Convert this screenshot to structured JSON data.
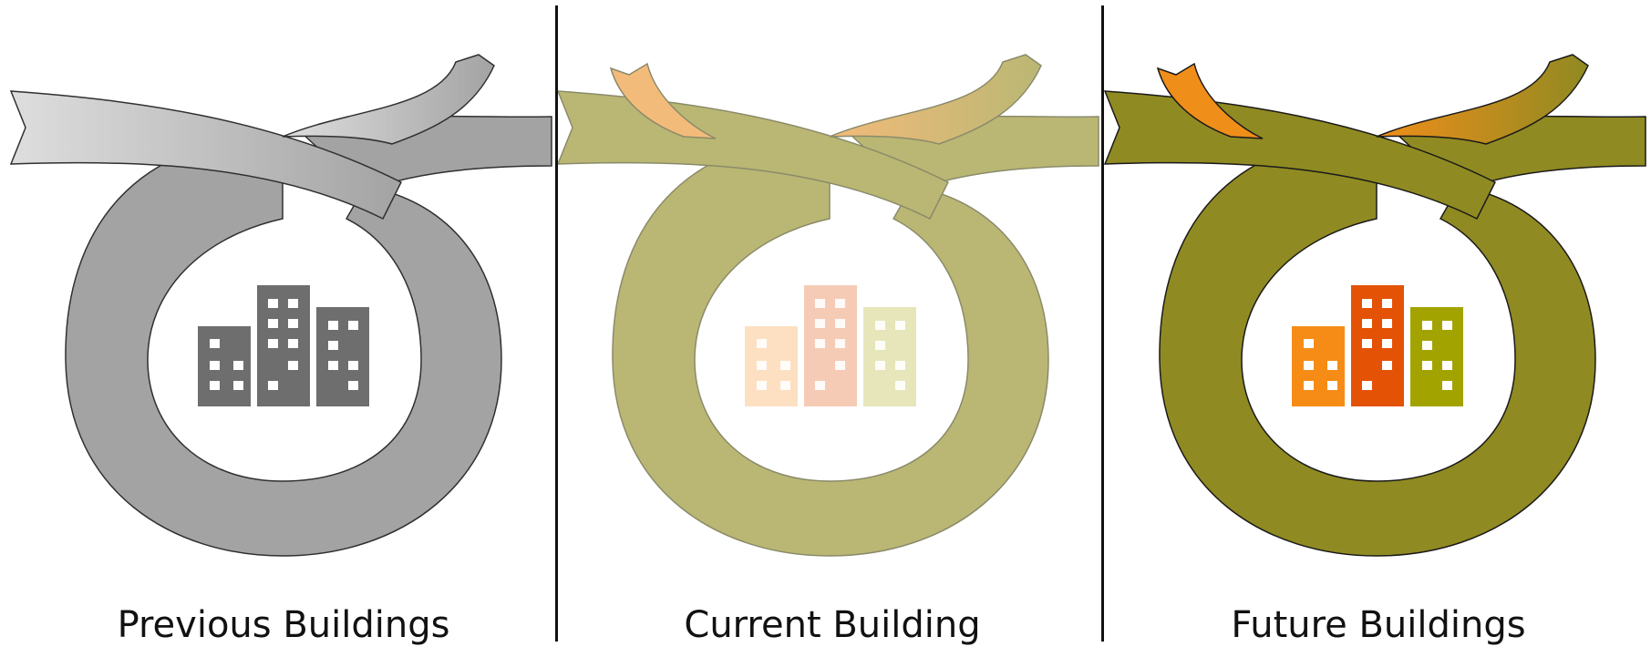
{
  "stages": [
    {
      "label": "Previous Buildings",
      "ribbon_color": "#a3a3a3",
      "ribbon_light": "#dedede",
      "ribbon_stroke": "#303030",
      "building_colors": [
        "#6e6e6e",
        "#6e6e6e",
        "#6e6e6e"
      ],
      "ribbon_opacity": 1
    },
    {
      "label": "Current Building",
      "ribbon_color": "#bab774",
      "ribbon_light": "#f3bb7a",
      "ribbon_stroke": "#8a8a6a",
      "building_colors": [
        "#fde0c2",
        "#f6cbb6",
        "#e7e6bb"
      ],
      "ribbon_opacity": 1
    },
    {
      "label": "Future Buildings",
      "ribbon_color": "#908a22",
      "ribbon_light": "#f08e1a",
      "ribbon_stroke": "#1a1a1a",
      "building_colors": [
        "#f68c15",
        "#e35205",
        "#a3a300"
      ],
      "ribbon_opacity": 1
    }
  ],
  "divider_color": "#111111"
}
